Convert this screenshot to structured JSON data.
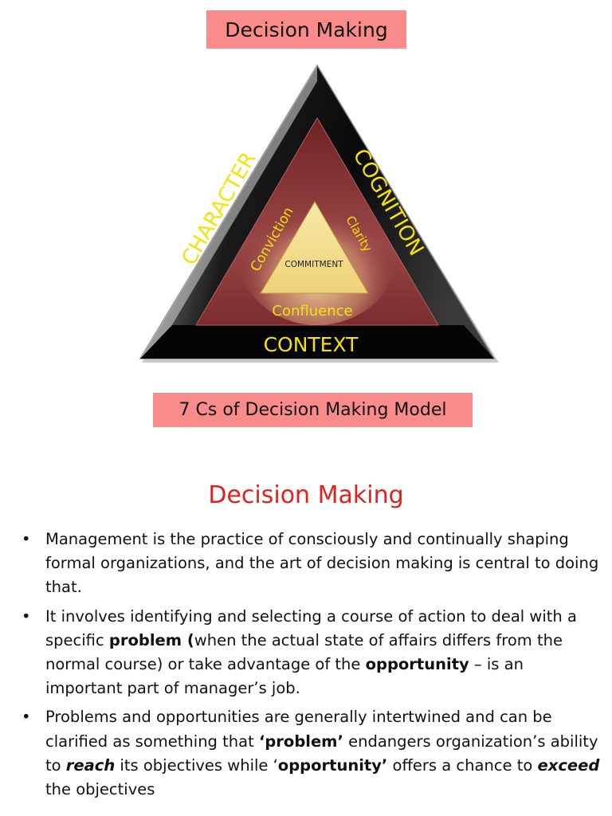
{
  "top_label": "Decision Making",
  "diagram": {
    "outer": {
      "left": "CHARACTER",
      "right": "COGNITION",
      "bottom": "CONTEXT"
    },
    "middle": {
      "left": "Conviction",
      "right": "Clarity",
      "bottom": "Confluence"
    },
    "center": "COMMITMENT",
    "colors": {
      "outer": "#0b0b0b",
      "middle": "#8a3434",
      "inner": "#f2dc86",
      "text": "#f2e20d"
    }
  },
  "bottom_label": "7 Cs of Decision Making Model",
  "heading": "Decision Making",
  "bullets": {
    "b1": "Management is the practice of consciously and continually shaping formal organizations, and the art of decision making is central to doing that.",
    "b2": {
      "t1": "It involves identifying and selecting a course of action to deal with a specific ",
      "t2": "problem (",
      "t3": "when the actual state of affairs differs from the normal course) or take advantage of the ",
      "t4": "opportunity",
      "t5": " – is an important part of manager’s job."
    },
    "b3": {
      "t1": "Problems and opportunities are generally intertwined and can be clarified as something that ",
      "t2": "‘problem’",
      "t3": " endangers organization’s ability to ",
      "t4": "reach",
      "t5": " its objectives while ‘",
      "t6": "opportunity’",
      "t7": " offers a chance to ",
      "t8": "exceed",
      "t9": " the objectives"
    }
  }
}
